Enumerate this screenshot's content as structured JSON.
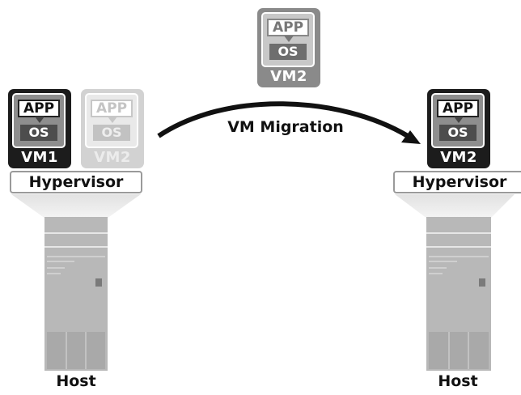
{
  "diagram": {
    "migration_label": "VM Migration",
    "source": {
      "vms": [
        {
          "app": "APP",
          "os": "OS",
          "name": "VM1"
        },
        {
          "app": "APP",
          "os": "OS",
          "name": "VM2"
        }
      ],
      "hypervisor": "Hypervisor",
      "host": "Host"
    },
    "in_transit": {
      "app": "APP",
      "os": "OS",
      "name": "VM2"
    },
    "destination": {
      "vms": [
        {
          "app": "APP",
          "os": "OS",
          "name": "VM2"
        }
      ],
      "hypervisor": "Hypervisor",
      "host": "Host"
    },
    "colors": {
      "vm_active": "#1c1c1c",
      "vm_in_transit": "#8a8a8a",
      "vm_ghost": "#d2d2d2",
      "server": "#b5b5b5",
      "arrow": "#111111"
    }
  }
}
